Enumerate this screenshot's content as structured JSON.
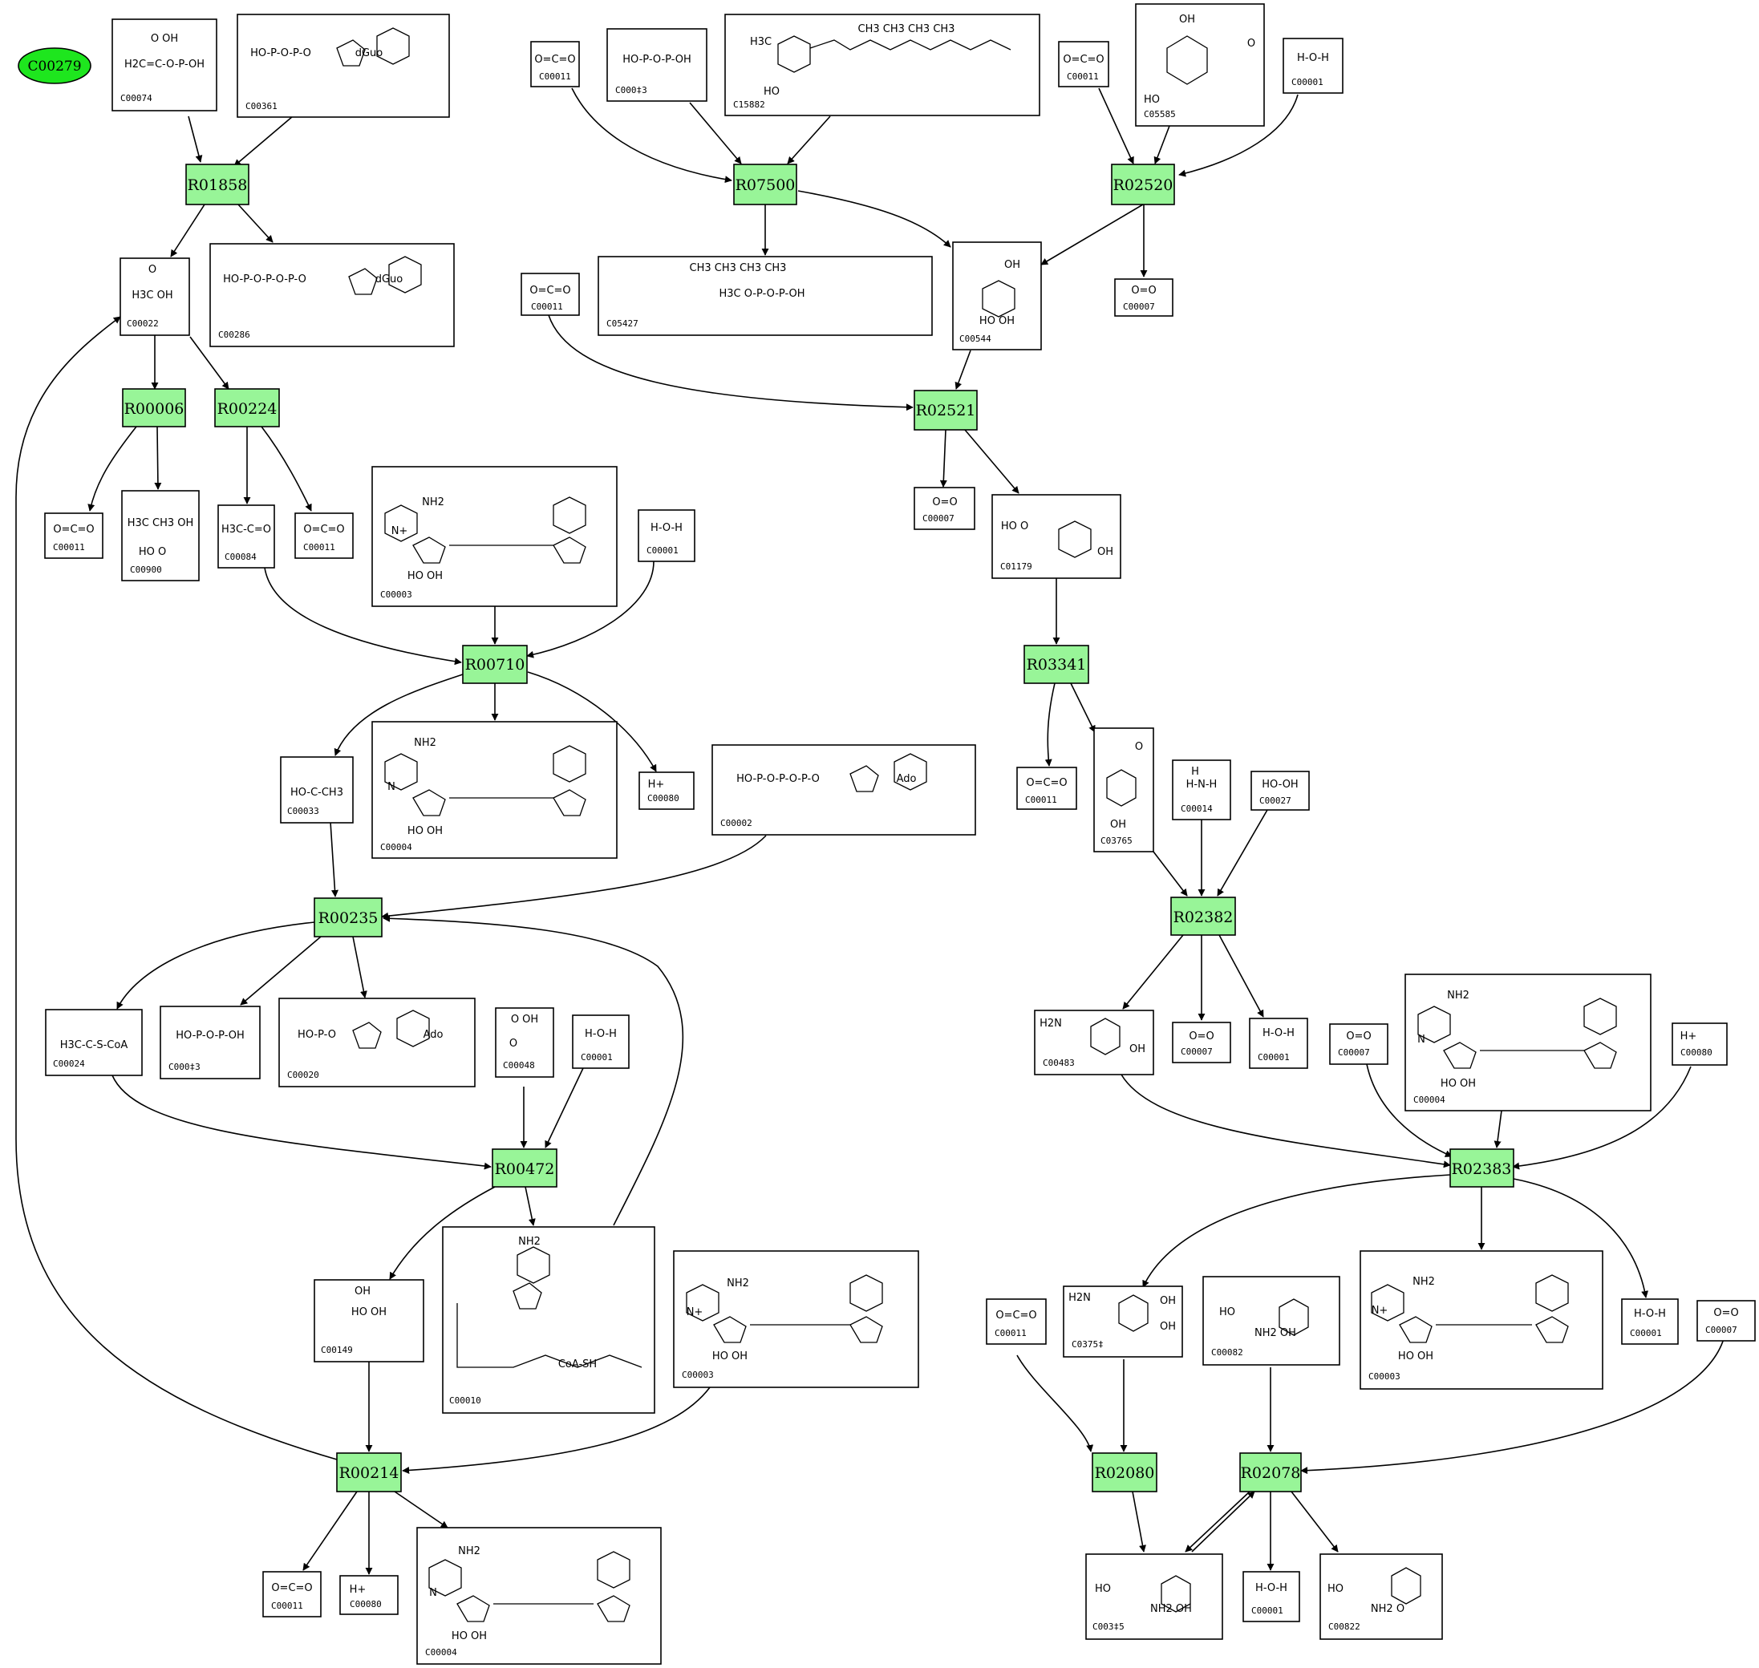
{
  "root": {
    "label": "C00279",
    "color": "#1ee61e"
  },
  "colors": {
    "reaction_fill": "#98f598",
    "compound_fill": "#ffffff",
    "stroke": "#000000"
  },
  "reactions": [
    {
      "id": "R01858"
    },
    {
      "id": "R07500"
    },
    {
      "id": "R02520"
    },
    {
      "id": "R00006"
    },
    {
      "id": "R00224"
    },
    {
      "id": "R02521"
    },
    {
      "id": "R00710"
    },
    {
      "id": "R03341"
    },
    {
      "id": "R00235"
    },
    {
      "id": "R02382"
    },
    {
      "id": "R00472"
    },
    {
      "id": "R02383"
    },
    {
      "id": "R00214"
    },
    {
      "id": "R02080"
    },
    {
      "id": "R02078"
    }
  ],
  "compounds": [
    {
      "id": "C00074",
      "structure": [
        "O  OH",
        "H2C=C-O-P-OH"
      ]
    },
    {
      "id": "C00361",
      "structure": [
        "HO-P-O-P-O",
        "dGuo"
      ]
    },
    {
      "id": "C00011",
      "structure": [
        "O=C=O"
      ]
    },
    {
      "id": "C00013",
      "label": "C000‡3",
      "structure": [
        "HO-P-O-P-OH"
      ]
    },
    {
      "id": "C15882",
      "structure": [
        "H3C",
        "HO",
        "CH3 CH3 CH3 CH3"
      ]
    },
    {
      "id": "C05585",
      "structure": [
        "OH",
        "O",
        "HO"
      ]
    },
    {
      "id": "C00001",
      "structure": [
        "H-O-H"
      ]
    },
    {
      "id": "C00022",
      "structure": [
        "O",
        "H3C  OH"
      ]
    },
    {
      "id": "C00286",
      "structure": [
        "HO-P-O-P-O-P-O",
        "dGuo"
      ]
    },
    {
      "id": "C05427",
      "structure": [
        "CH3 CH3 CH3 CH3",
        "H3C  O-P-O-P-OH"
      ]
    },
    {
      "id": "C00544",
      "structure": [
        "OH",
        "HO  OH"
      ]
    },
    {
      "id": "C00007",
      "structure": [
        "O=O"
      ]
    },
    {
      "id": "C00900",
      "structure": [
        "H3C CH3 OH",
        "HO O"
      ]
    },
    {
      "id": "C00084",
      "structure": [
        "H3C-C=O"
      ]
    },
    {
      "id": "C00003",
      "structure": [
        "NH2",
        "N+",
        "HO OH"
      ]
    },
    {
      "id": "C01179",
      "structure": [
        "HO  O",
        "OH"
      ]
    },
    {
      "id": "C00033",
      "structure": [
        "HO-C-CH3"
      ]
    },
    {
      "id": "C00004",
      "structure": [
        "NH2",
        "N",
        "HO OH"
      ]
    },
    {
      "id": "C00080",
      "structure": [
        "H+"
      ]
    },
    {
      "id": "C00002",
      "structure": [
        "HO-P-O-P-O-P-O",
        "Ado"
      ]
    },
    {
      "id": "C03765",
      "structure": [
        "O",
        "OH"
      ]
    },
    {
      "id": "C00014",
      "structure": [
        "H-N-H",
        "H"
      ]
    },
    {
      "id": "C00027",
      "structure": [
        "HO-OH"
      ]
    },
    {
      "id": "C00024",
      "structure": [
        "H3C-C-S-CoA"
      ]
    },
    {
      "id": "C00020",
      "structure": [
        "HO-P-O",
        "Ado"
      ]
    },
    {
      "id": "C00048",
      "structure": [
        "O OH",
        "O"
      ]
    },
    {
      "id": "C00483",
      "structure": [
        "H2N",
        "OH"
      ]
    },
    {
      "id": "C00149",
      "structure": [
        "HO  OH",
        "OH"
      ]
    },
    {
      "id": "C00010",
      "structure": [
        "NH2",
        "CoA-SH"
      ]
    },
    {
      "id": "C03758",
      "label": "C0375‡",
      "structure": [
        "H2N",
        "OH",
        "OH"
      ]
    },
    {
      "id": "C00082",
      "structure": [
        "HO",
        "NH2  OH"
      ]
    },
    {
      "id": "C00355",
      "label": "C003‡5",
      "structure": [
        "HO",
        "NH2  OH"
      ]
    },
    {
      "id": "C00822",
      "structure": [
        "HO",
        "NH2  O"
      ]
    }
  ]
}
